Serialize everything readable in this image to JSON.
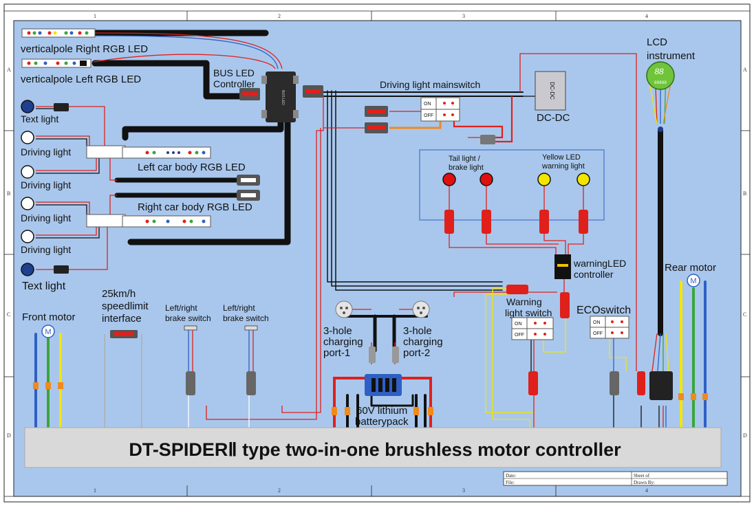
{
  "frame": {
    "columns": [
      "1",
      "2",
      "3",
      "4"
    ],
    "rows": [
      "A",
      "B",
      "C",
      "D"
    ]
  },
  "title": "DT-SPIDERⅡ type two-in-one brushless motor controller",
  "title_block": {
    "date": "Date:",
    "file": "File:",
    "sheet": "Sheet   of",
    "drawn_by": "Drawn By:"
  },
  "labels": {
    "right_rgb": "verticalpole Right RGB LED",
    "left_rgb": "verticalpole Left RGB LED",
    "bus_led_1": "BUS LED",
    "bus_led_2": "Controller",
    "driving_main_switch": "Driving light mainswitch",
    "lcd_1": "LCD",
    "lcd_2": "instrument",
    "lcd_screen": "88",
    "lcd_sub": "88888",
    "dcdc": "DC-DC",
    "dcdc_chip": "DC-DC",
    "text_light_top": "Text light",
    "driving_light_1": "Driving light",
    "driving_light_2": "Driving light",
    "driving_light_3": "Driving light",
    "driving_light_4": "Driving light",
    "text_light_bottom": "Text light",
    "left_body_rgb": "Left car body RGB LED",
    "right_body_rgb": "Right car body RGB LED",
    "tail_light_1": "Tail light /",
    "tail_light_2": "brake light",
    "yellow_led_1": "Yellow LED",
    "yellow_led_2": "warning light",
    "warning_ctrl_1": "warningLED",
    "warning_ctrl_2": "controller",
    "rear_motor": "Rear motor",
    "front_motor": "Front motor",
    "speed_1": "25km/h",
    "speed_2": "speedlimit",
    "speed_3": "interface",
    "brake_a_1": "Left/right",
    "brake_a_2": "brake switch",
    "brake_b_1": "Left/right",
    "brake_b_2": "brake switch",
    "port1_1": "3-hole",
    "port1_2": "charging",
    "port1_3": "port-1",
    "port2_1": "3-hole",
    "port2_2": "charging",
    "port2_3": "port-2",
    "warning_switch_1": "Warning",
    "warning_switch_2": "light switch",
    "eco_switch": "ECOswitch",
    "battery_1": "60V lithium",
    "battery_2": "batterypack",
    "on": "ON",
    "off": "OFF",
    "motor_symbol": "M"
  },
  "colors": {
    "background": "#a9c7ec",
    "title_bar": "#d9d9d9",
    "harness": "#111111",
    "red_wire": "#e0201b",
    "orange_wire": "#f08a1c",
    "yellow_wire": "#f2e600",
    "green_wire": "#3aa53a",
    "blue_wire": "#2f5fc4",
    "lamp_red": "#e01010",
    "lamp_yellow": "#f2e600",
    "lamp_blue": "#1f3f8f",
    "lcd_green": "#6fc43a"
  }
}
